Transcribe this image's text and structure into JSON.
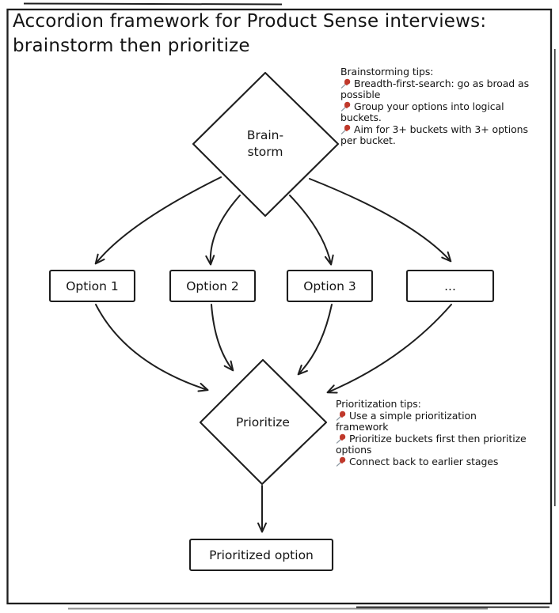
{
  "title": {
    "line1": "Accordion framework for Product Sense interviews:",
    "line2": "brainstorm then prioritize"
  },
  "diagram": {
    "brainstorm": {
      "line1": "Brain-",
      "line2": "storm"
    },
    "options": [
      "Option 1",
      "Option 2",
      "Option 3",
      "..."
    ],
    "prioritize": "Prioritize",
    "result": "Prioritized option"
  },
  "tips": {
    "brainstorm": {
      "heading": "Brainstorming tips:",
      "items": [
        "Breadth-first-search: go as broad as possible",
        "Group your options into logical buckets.",
        "Aim for 3+ buckets with 3+ options per bucket."
      ]
    },
    "prioritize": {
      "heading": "Prioritization tips:",
      "items": [
        "Use a simple prioritization framework",
        "Prioritize buckets first then prioritize options",
        "Connect back to earlier stages"
      ]
    }
  },
  "colors": {
    "ink": "#1e1e1e",
    "background": "#ffffff",
    "pin_head": "#c0392b",
    "pin_needle": "#8f9aa3"
  }
}
